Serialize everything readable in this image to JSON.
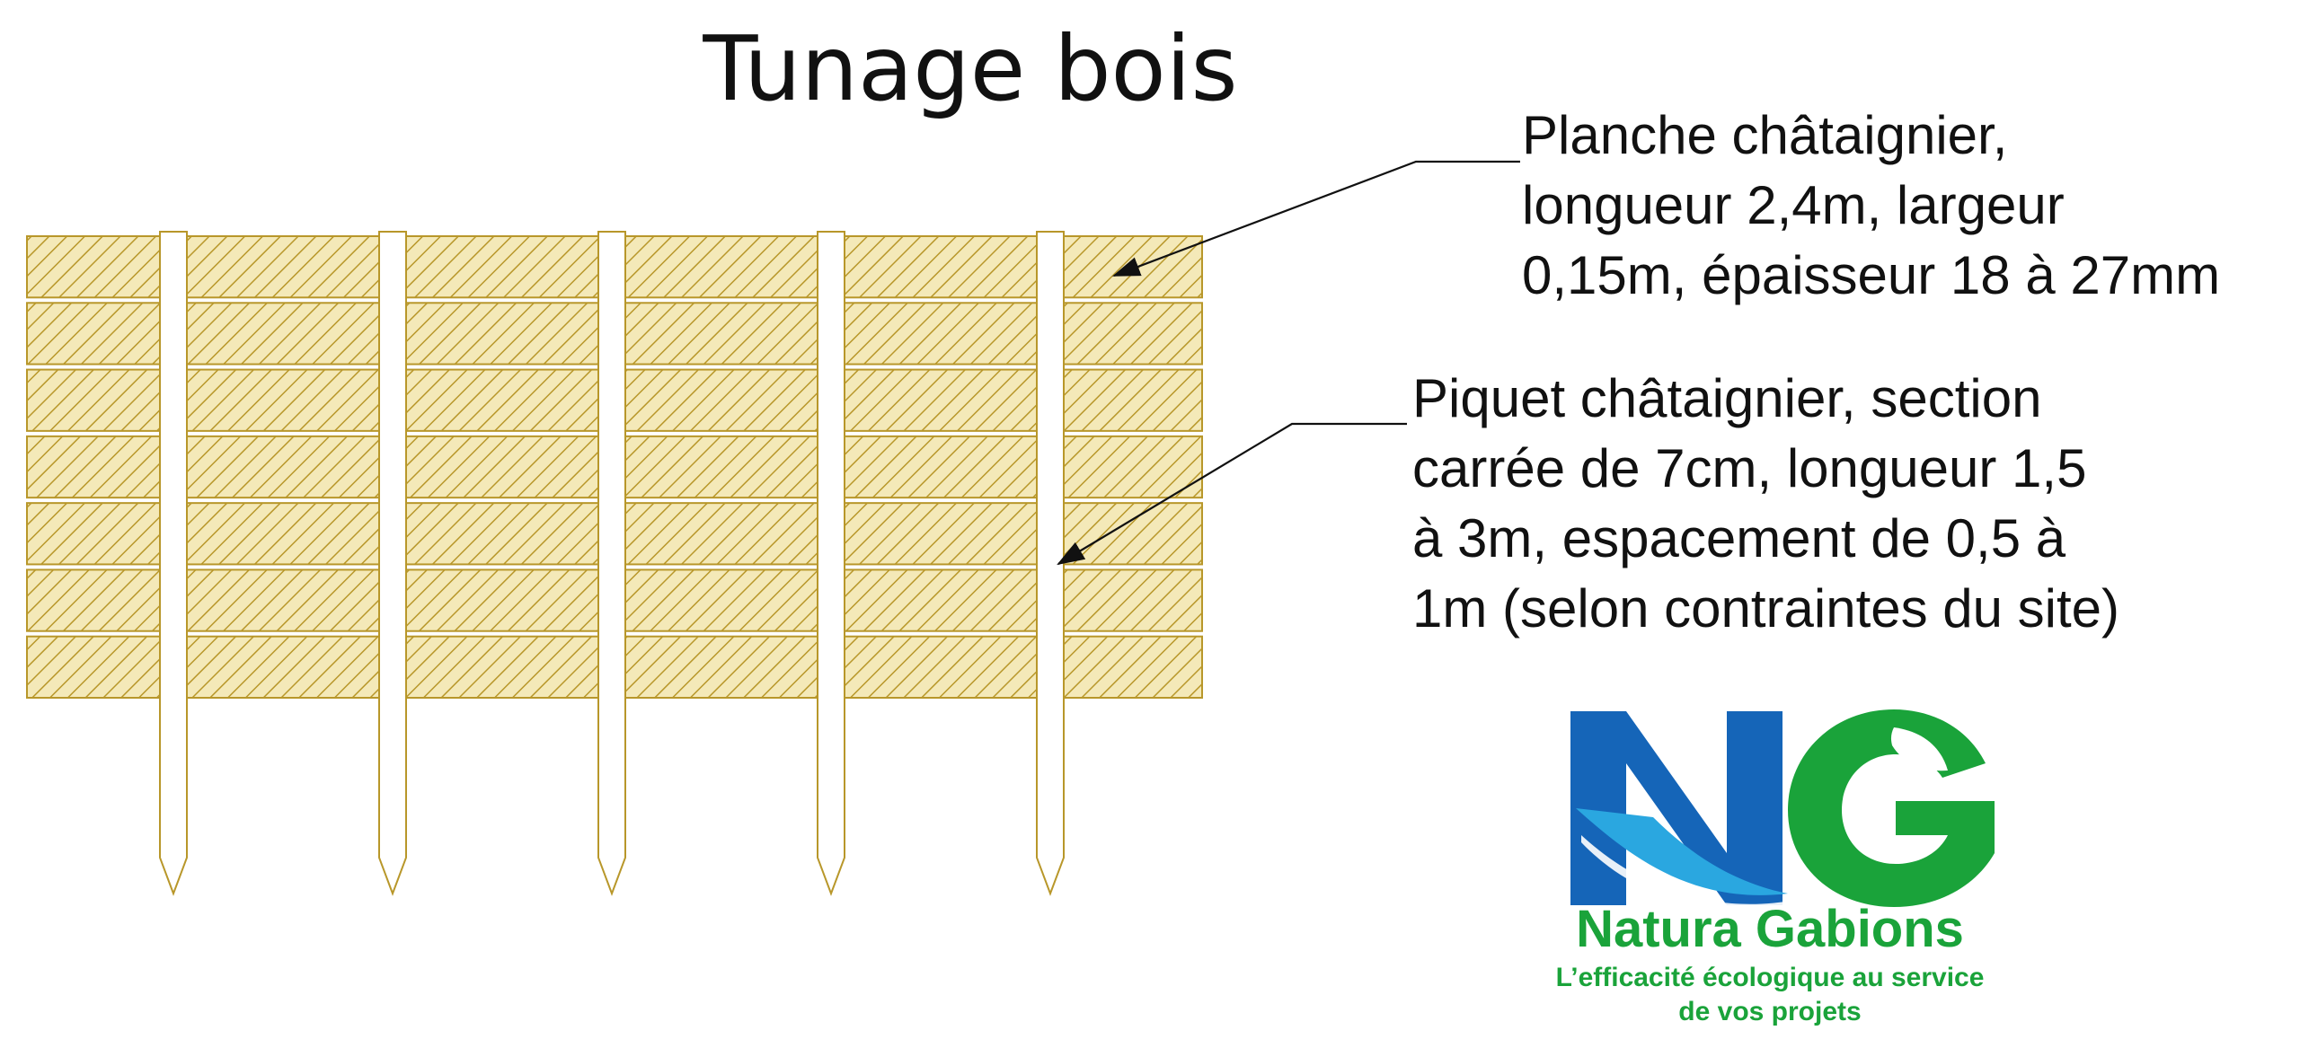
{
  "title": "Tunage bois",
  "labels": {
    "plank": {
      "lines": [
        "Planche châtaignier,",
        "longueur 2,4m, largeur",
        "0,15m, épaisseur 18 à 27mm"
      ]
    },
    "stake": {
      "lines": [
        "Piquet châtaignier, section",
        "carrée de 7cm, longueur 1,5",
        "à 3m, espacement de 0,5 à",
        "1m (selon contraintes du site)"
      ]
    }
  },
  "logo": {
    "monogram": "NG",
    "name": "Natura Gabions",
    "tagline": [
      "L’efficacité écologique au service",
      "de vos projets"
    ]
  },
  "colors": {
    "wood": "#b8972a",
    "wood_fill": "#f4e9b8",
    "brand_blue": "#1565b8",
    "brand_light_blue": "#2aa7e0",
    "brand_green": "#1aa33a",
    "text": "#111111"
  },
  "diagram": {
    "plank_count": 7,
    "stake_count": 5
  }
}
